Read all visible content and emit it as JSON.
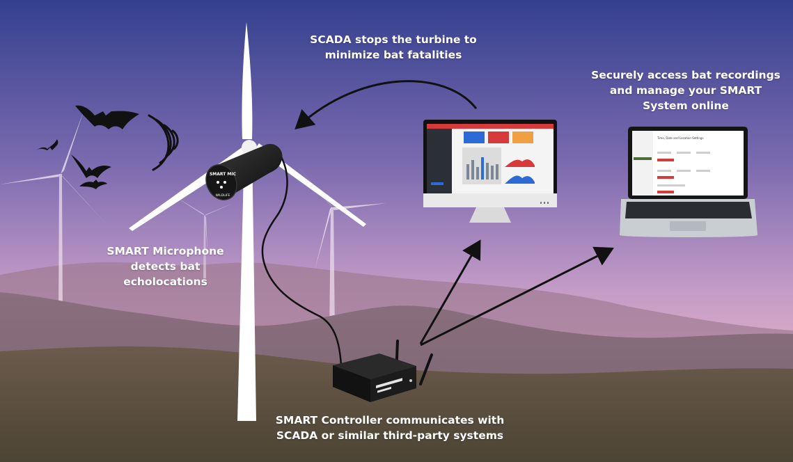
{
  "labels": {
    "scada_stops": [
      "SCADA stops the turbine to",
      "minimize bat fatalities"
    ],
    "secure_access": [
      "Securely access bat recordings",
      "and manage your SMART",
      "System online"
    ],
    "microphone": [
      "SMART Microphone",
      "detects bat",
      "echolocations"
    ],
    "controller": [
      "SMART Controller communicates with",
      "SCADA or similar third-party systems"
    ]
  },
  "device_text": {
    "mic_label": "SMART MIC",
    "mic_brand": "WILDLIFE",
    "laptop_title": "Time, Date and Location Settings"
  },
  "colors": {
    "sky_top": "#36418f",
    "sky_mid": "#8a76b4",
    "sky_horizon": "#e7b2c9",
    "hills": "#5a4e3a",
    "arrow": "#111111",
    "dashboard_red": "#d63a3a",
    "dashboard_blue": "#2c6bd6",
    "dashboard_orange": "#f0a040"
  }
}
